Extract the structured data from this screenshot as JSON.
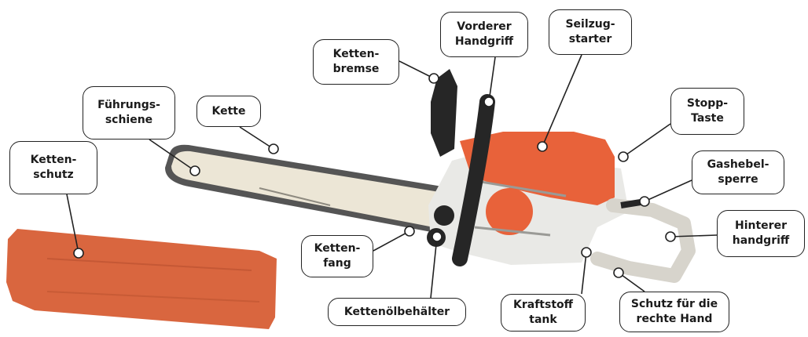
{
  "colors": {
    "bar": "#ece6d6",
    "chain": "#555555",
    "body": "#e9e9e6",
    "orange": "#e8623a",
    "dark": "#262626",
    "sheath": "#d9663f",
    "outline": "#222222",
    "dot": "#ffffff"
  },
  "labels": [
    {
      "id": "kettenschutz",
      "lines": [
        "Ketten-",
        "schutz"
      ]
    },
    {
      "id": "fuehrungsschiene",
      "lines": [
        "Führungs-",
        "schiene"
      ]
    },
    {
      "id": "kette",
      "lines": [
        "Kette"
      ]
    },
    {
      "id": "kettenbremse",
      "lines": [
        "Ketten-",
        "bremse"
      ]
    },
    {
      "id": "vorderer-handgriff",
      "lines": [
        "Vorderer",
        "Handgriff"
      ]
    },
    {
      "id": "seilzugstarter",
      "lines": [
        "Seilzug-",
        "starter"
      ]
    },
    {
      "id": "stopptaste",
      "lines": [
        "Stopp-",
        "Taste"
      ]
    },
    {
      "id": "gashebelsperre",
      "lines": [
        "Gashebel-",
        "sperre"
      ]
    },
    {
      "id": "hinterer-handgriff",
      "lines": [
        "Hinterer",
        "handgriff"
      ]
    },
    {
      "id": "kettenfang",
      "lines": [
        "Ketten-",
        "fang"
      ]
    },
    {
      "id": "kettenoelbehaelter",
      "lines": [
        "Kettenölbehälter"
      ]
    },
    {
      "id": "kraftstofftank",
      "lines": [
        "Kraftstoff",
        "tank"
      ]
    },
    {
      "id": "handschutz-rechts",
      "lines": [
        "Schutz für die",
        "rechte Hand"
      ]
    }
  ]
}
